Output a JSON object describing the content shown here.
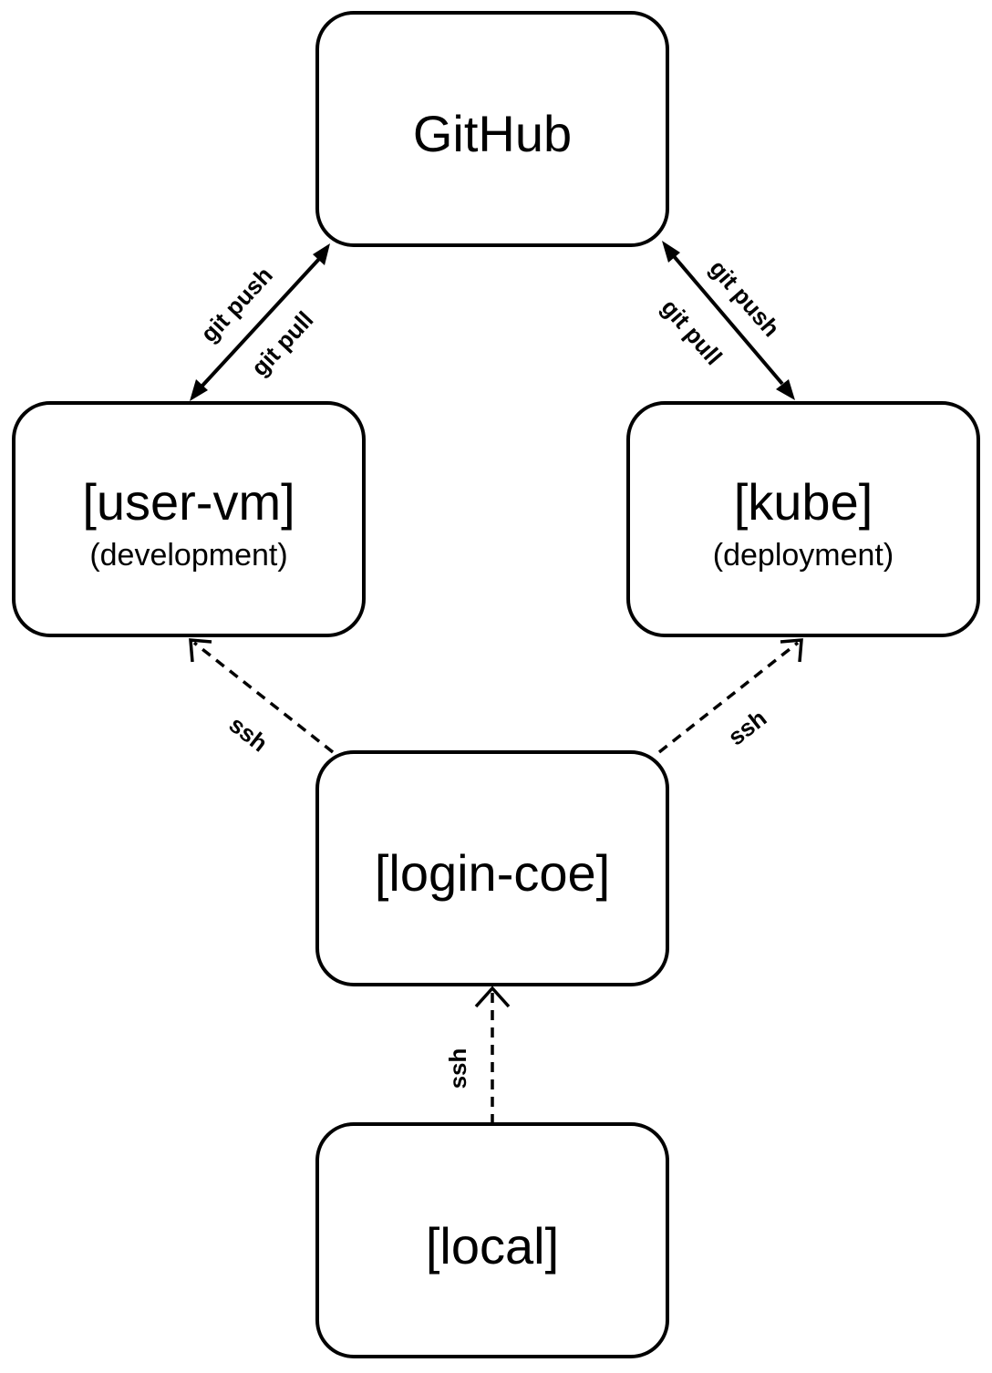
{
  "nodes": {
    "github": {
      "title": "GitHub"
    },
    "user_vm": {
      "title": "[user-vm]",
      "subtitle": "(development)"
    },
    "kube": {
      "title": "[kube]",
      "subtitle": "(deployment)"
    },
    "login_coe": {
      "title": "[login-coe]"
    },
    "local": {
      "title": "[local]"
    }
  },
  "edges": {
    "github_user_vm": {
      "label_push": "git push",
      "label_pull": "git pull"
    },
    "github_kube": {
      "label_push": "git push",
      "label_pull": "git pull"
    },
    "login_to_user_vm": {
      "label": "ssh"
    },
    "login_to_kube": {
      "label": "ssh"
    },
    "local_to_login": {
      "label": "ssh"
    }
  }
}
